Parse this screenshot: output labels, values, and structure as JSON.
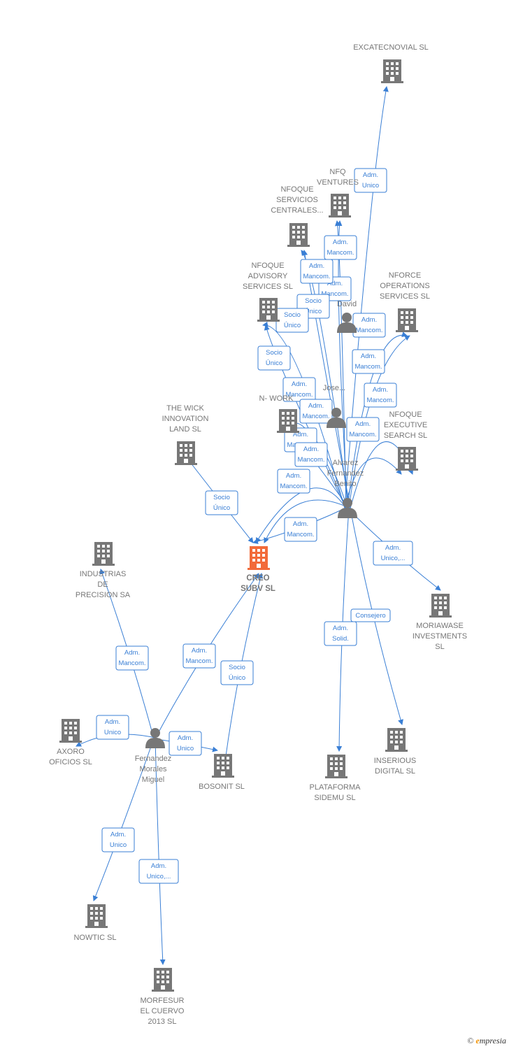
{
  "colors": {
    "company": "#777777",
    "center_company": "#f26b3a",
    "person": "#777777",
    "edge": "#3a7fd5",
    "label": "#777777",
    "brand_accent": "#f39200"
  },
  "nodes": [
    {
      "id": "excatecnovial",
      "type": "company",
      "label": [
        "EXCATECNOVIAL SL"
      ]
    },
    {
      "id": "nfq",
      "type": "company",
      "label": [
        "NFQ",
        "VENTURES"
      ]
    },
    {
      "id": "nfoque_servicios",
      "type": "company",
      "label": [
        "NFOQUE",
        "SERVICIOS",
        "CENTRALES..."
      ]
    },
    {
      "id": "nfoque_advisory",
      "type": "company",
      "label": [
        "NFOQUE",
        "ADVISORY",
        "SERVICES SL"
      ]
    },
    {
      "id": "nforce",
      "type": "company",
      "label": [
        "NFORCE",
        "OPERATIONS",
        "SERVICES SL"
      ]
    },
    {
      "id": "nfoque_executive",
      "type": "company",
      "label": [
        "NFOQUE",
        "EXECUTIVE",
        "SEARCH SL"
      ]
    },
    {
      "id": "n_work",
      "type": "company",
      "label": [
        "N- WORK"
      ]
    },
    {
      "id": "the_wick",
      "type": "company",
      "label": [
        "THE WICK",
        "INNOVATION",
        "LAND  SL"
      ]
    },
    {
      "id": "creo",
      "type": "center",
      "label": [
        "CREO",
        "SUBV  SL"
      ]
    },
    {
      "id": "industrias",
      "type": "company",
      "label": [
        "INDUSTRIAS",
        "DE",
        "PRECISION SA"
      ]
    },
    {
      "id": "moriawase",
      "type": "company",
      "label": [
        "MORIAWASE",
        "INVESTMENTS",
        "SL"
      ]
    },
    {
      "id": "axoro",
      "type": "company",
      "label": [
        "AXORO",
        "OFICIOS  SL"
      ]
    },
    {
      "id": "bosonit",
      "type": "company",
      "label": [
        "BOSONIT  SL"
      ]
    },
    {
      "id": "plataforma",
      "type": "company",
      "label": [
        "PLATAFORMA",
        "SIDEMU  SL"
      ]
    },
    {
      "id": "inserious",
      "type": "company",
      "label": [
        "INSERIOUS",
        "DIGITAL  SL"
      ]
    },
    {
      "id": "nowtic",
      "type": "company",
      "label": [
        "NOWTIC  SL"
      ]
    },
    {
      "id": "morfesur",
      "type": "company",
      "label": [
        "MORFESUR",
        "EL CUERVO",
        "2013  SL"
      ]
    },
    {
      "id": "fernandez",
      "type": "person",
      "label": [
        "Fernandez",
        "Morales",
        "Miguel"
      ]
    },
    {
      "id": "alvarez",
      "type": "person",
      "label": [
        "Alvarez",
        "Fernandez",
        "Benito"
      ]
    },
    {
      "id": "david",
      "type": "person",
      "label": [
        "David"
      ]
    },
    {
      "id": "person_mid",
      "type": "person",
      "label": [
        "Jose..."
      ]
    }
  ],
  "edges": [
    {
      "from": "alvarez",
      "to": "excatecnovial",
      "label": [
        "Adm.",
        "Unico"
      ]
    },
    {
      "from": "alvarez",
      "to": "nfq",
      "label": [
        "Adm.",
        "Mancom."
      ]
    },
    {
      "from": "alvarez",
      "to": "nfq",
      "label": [
        "Adm.",
        "Mancom."
      ]
    },
    {
      "from": "alvarez",
      "to": "nfoque_servicios",
      "label": [
        "Adm.",
        "Mancom."
      ]
    },
    {
      "from": "alvarez",
      "to": "nfoque_servicios",
      "label": [
        "Socio",
        "Único"
      ]
    },
    {
      "from": "alvarez",
      "to": "nfoque_advisory",
      "label": [
        "Socio",
        "Único"
      ]
    },
    {
      "from": "alvarez",
      "to": "nfoque_advisory",
      "label": [
        "Socio",
        "Único"
      ]
    },
    {
      "from": "alvarez",
      "to": "nforce",
      "label": [
        "Adm.",
        "Mancom."
      ]
    },
    {
      "from": "alvarez",
      "to": "nforce",
      "label": [
        "Adm.",
        "Mancom."
      ]
    },
    {
      "from": "alvarez",
      "to": "nfoque_executive",
      "label": [
        "Adm.",
        "Mancom."
      ]
    },
    {
      "from": "alvarez",
      "to": "nfoque_executive",
      "label": [
        "Adm.",
        "Mancom."
      ]
    },
    {
      "from": "alvarez",
      "to": "n_work",
      "label": [
        "Adm.",
        "Mancom."
      ]
    },
    {
      "from": "alvarez",
      "to": "n_work",
      "label": [
        "Adm.",
        "Mancom."
      ]
    },
    {
      "from": "alvarez",
      "to": "n_work",
      "label": [
        "Adm.",
        "Mancom."
      ]
    },
    {
      "from": "alvarez",
      "to": "creo",
      "label": [
        "Adm.",
        "Mancom."
      ]
    },
    {
      "from": "alvarez",
      "to": "creo",
      "label": [
        "Adm.",
        "Mancom."
      ]
    },
    {
      "from": "alvarez",
      "to": "creo",
      "label": [
        "Adm.",
        "Mancom."
      ]
    },
    {
      "from": "alvarez",
      "to": "moriawase",
      "label": [
        "Adm.",
        "Unico,..."
      ]
    },
    {
      "from": "alvarez",
      "to": "plataforma",
      "label": [
        "Adm.",
        "Solid."
      ]
    },
    {
      "from": "alvarez",
      "to": "inserious",
      "label": [
        "Consejero"
      ]
    },
    {
      "from": "the_wick",
      "to": "creo",
      "label": [
        "Socio",
        "Único"
      ]
    },
    {
      "from": "fernandez",
      "to": "industrias",
      "label": [
        "Adm.",
        "Mancom."
      ]
    },
    {
      "from": "fernandez",
      "to": "creo",
      "label": [
        "Adm.",
        "Mancom."
      ]
    },
    {
      "from": "bosonit",
      "to": "creo",
      "label": [
        "Socio",
        "Único"
      ]
    },
    {
      "from": "fernandez",
      "to": "axoro",
      "label": [
        "Adm.",
        "Unico"
      ]
    },
    {
      "from": "fernandez",
      "to": "bosonit",
      "label": [
        "Adm.",
        "Unico"
      ]
    },
    {
      "from": "fernandez",
      "to": "nowtic",
      "label": [
        "Adm.",
        "Unico"
      ]
    },
    {
      "from": "fernandez",
      "to": "morfesur",
      "label": [
        "Adm.",
        "Unico,..."
      ]
    }
  ],
  "footer": {
    "copyright": "©",
    "brand_initial": "e",
    "brand_rest": "mpresia"
  }
}
